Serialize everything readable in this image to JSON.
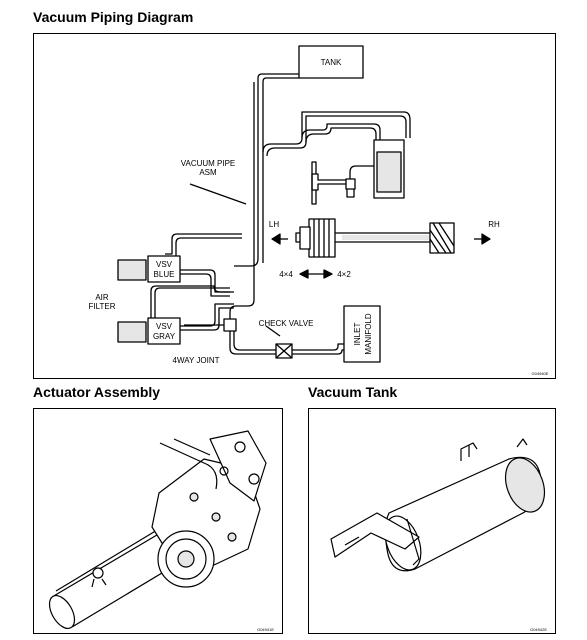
{
  "sections": {
    "vacuum_piping": {
      "title": "Vacuum Piping Diagram",
      "labels": {
        "tank": "TANK",
        "vacuum_pipe_1": "VACUUM PIPE",
        "vacuum_pipe_2": "ASM",
        "lh": "LH",
        "rh": "RH",
        "four_by_four": "4×4",
        "four_by_two": "4×2",
        "vsv_blue_1": "VSV",
        "vsv_blue_2": "BLUE",
        "vsv_gray_1": "VSV",
        "vsv_gray_2": "GRAY",
        "air_filter_1": "AIR",
        "air_filter_2": "FILTER",
        "check_valve": "CHECK VALVE",
        "inlet_manifold_1": "INLET",
        "inlet_manifold_2": "MANIFOLD",
        "four_way_joint": "4WAY JOINT"
      },
      "code": "G04940E"
    },
    "actuator": {
      "title": "Actuator Assembly",
      "code": "G04941E"
    },
    "vacuum_tank": {
      "title": "Vacuum Tank",
      "code": "G04942E"
    }
  },
  "colors": {
    "line": "#000000",
    "background": "#ffffff",
    "shade": "#e6e6e6"
  }
}
